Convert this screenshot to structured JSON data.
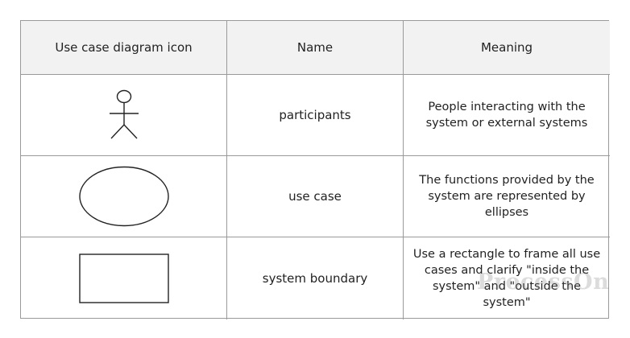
{
  "table": {
    "headers": {
      "icon": "Use case diagram icon",
      "name": "Name",
      "meaning": "Meaning"
    },
    "rows": [
      {
        "icon": "actor-icon",
        "name": "participants",
        "meaning": "People interacting with the system or external systems"
      },
      {
        "icon": "ellipse-icon",
        "name": "use case",
        "meaning": "The functions provided by the system are represented by ellipses"
      },
      {
        "icon": "rectangle-icon",
        "name": "system boundary",
        "meaning": "Use a rectangle to frame all use cases and clarify \"inside the system\" and \"outside the system\""
      }
    ]
  },
  "watermark": "ProcessOn",
  "colors": {
    "border": "#9a9a9a",
    "header_bg": "#f2f2f2",
    "text": "#222222",
    "shape_stroke": "#222222"
  }
}
